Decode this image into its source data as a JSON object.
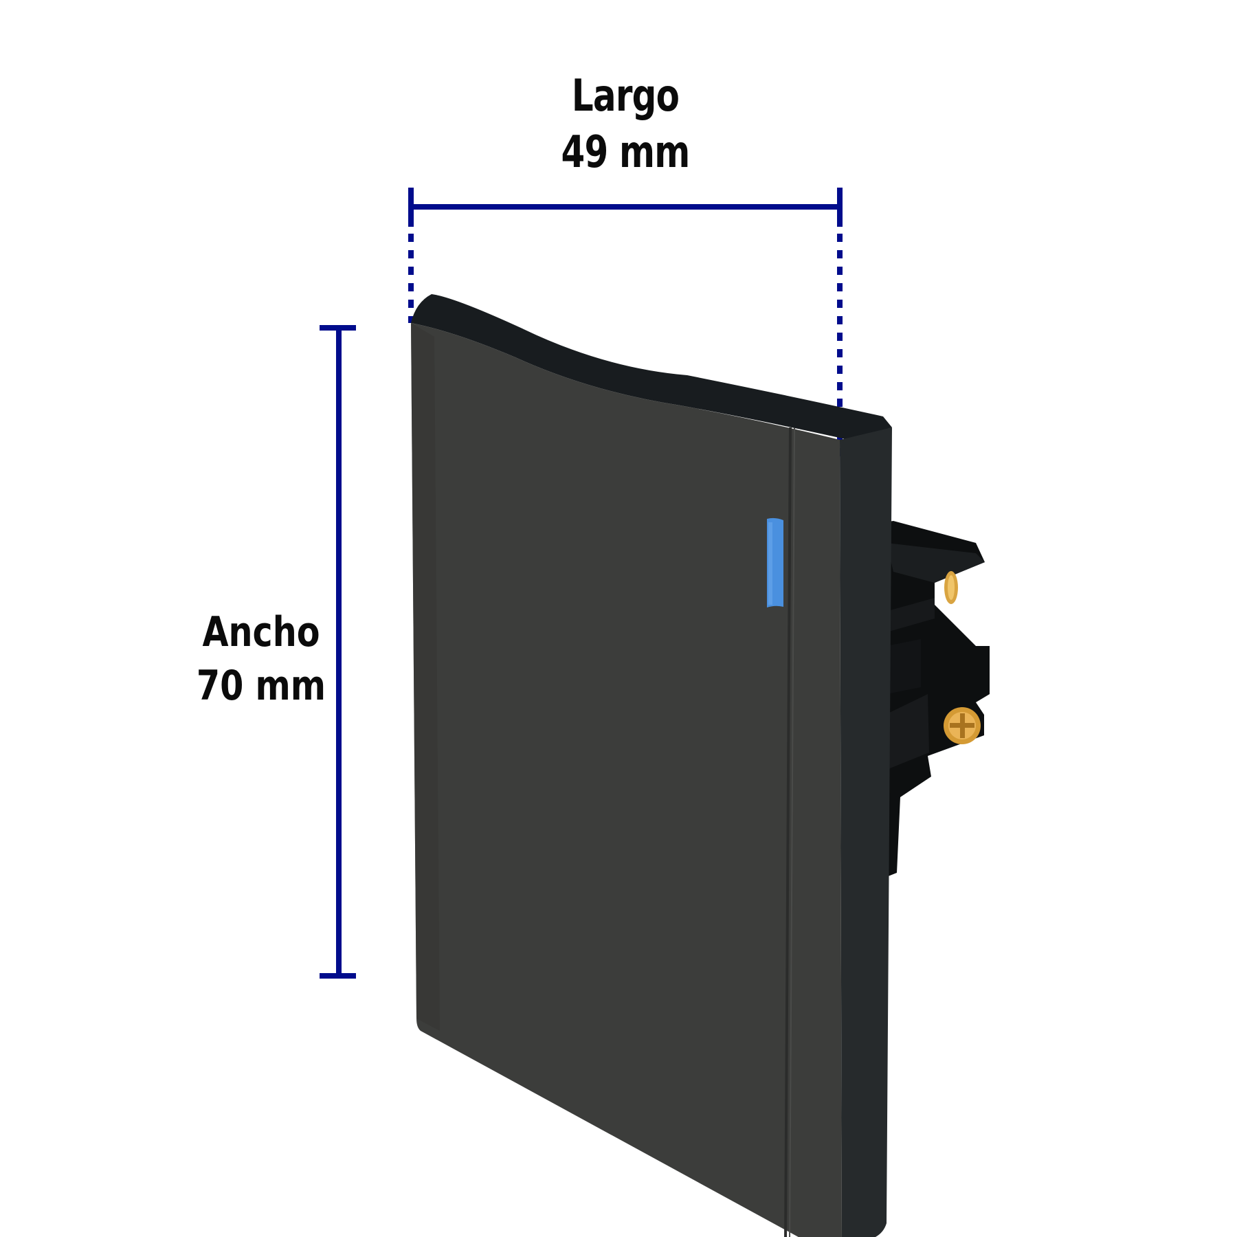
{
  "product": {
    "name": "wall-light-switch",
    "color": "#3c3d3b",
    "indicator_color": "#4a90df",
    "screw_color": "#d9a441"
  },
  "dimensions": {
    "line_color": "#000c8c",
    "length": {
      "label": "Largo",
      "value": "49 mm"
    },
    "width": {
      "label": "Ancho",
      "value": "70 mm"
    }
  }
}
